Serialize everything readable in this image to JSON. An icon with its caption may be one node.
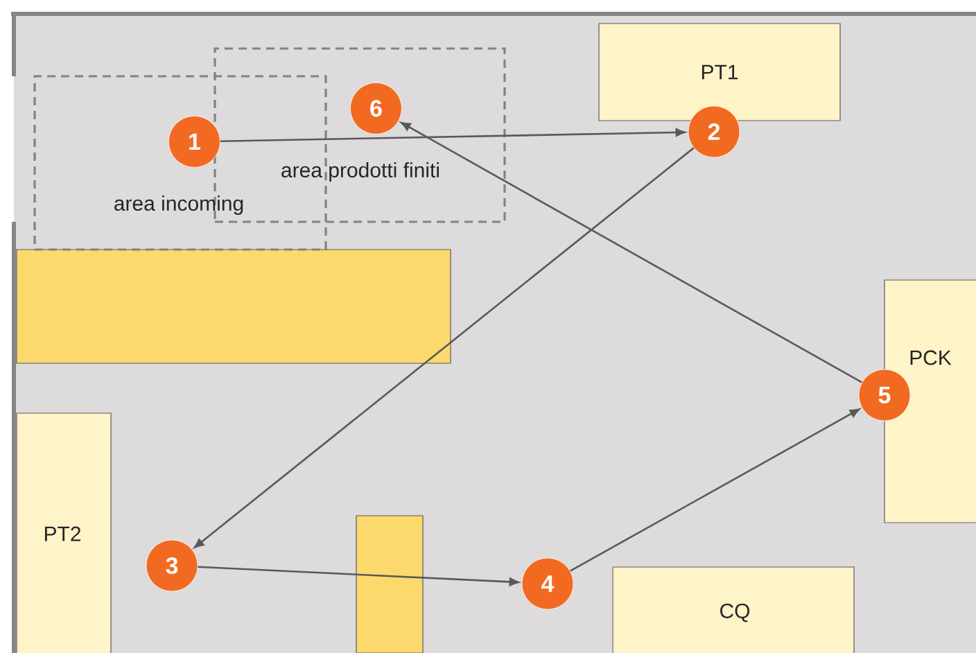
{
  "diagram": {
    "nodes": [
      {
        "text": [
          "area prodotti finiti"
        ]
      },
      {
        "text": [
          "area incoming"
        ]
      },
      {
        "text": [
          "PT1"
        ]
      },
      {
        "text": [
          "PCK"
        ]
      },
      {
        "text": [
          "PT2"
        ]
      },
      {
        "text": [
          "CQ"
        ]
      },
      {
        "text": [
          "1"
        ],
        "in": 1
      },
      {
        "text": [
          "2"
        ]
      },
      {
        "text": [
          "3"
        ]
      },
      {
        "text": [
          "4"
        ]
      },
      {
        "text": [
          "5"
        ]
      },
      {
        "text": [
          "6"
        ],
        "in": 0
      }
    ],
    "edges": [
      {
        "from": 6,
        "to": 7,
        "arrow": "to"
      },
      {
        "from": 7,
        "to": 8,
        "arrow": "to"
      },
      {
        "from": 8,
        "to": 9,
        "arrow": "to"
      },
      {
        "from": 9,
        "to": 10,
        "arrow": "to"
      },
      {
        "from": 10,
        "to": 11,
        "arrow": "to"
      }
    ]
  }
}
